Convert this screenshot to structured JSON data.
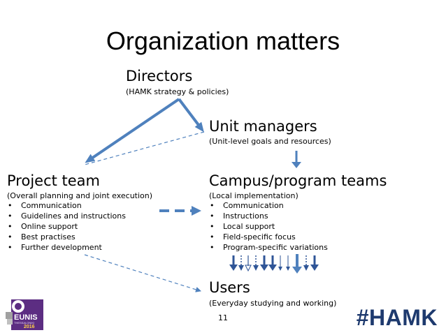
{
  "slide": {
    "title": "Organization matters",
    "page_number": "11"
  },
  "directors": {
    "heading": "Directors",
    "subtitle": "(HAMK strategy & policies)"
  },
  "unit_managers": {
    "heading": "Unit managers",
    "subtitle": "(Unit-level goals and resources)"
  },
  "project_team": {
    "heading": "Project team",
    "subtitle": "(Overall planning and joint execution)",
    "items": [
      "Communication",
      "Guidelines and instructions",
      "Online support",
      "Best practises",
      "Further development"
    ]
  },
  "campus_teams": {
    "heading": "Campus/program teams",
    "subtitle": "(Local implementation)",
    "items": [
      "Communication",
      "Instructions",
      "Local support",
      "Field-specific focus",
      "Program-specific variations"
    ]
  },
  "users": {
    "heading": "Users",
    "subtitle": "(Everyday studying and working)"
  },
  "logos": {
    "eunis_text": "EUNIS",
    "eunis_sub": "THESSALONIKI",
    "eunis_year": "2016",
    "hamk_text": "#HAMK"
  },
  "colors": {
    "arrow_blue": "#4f81bd",
    "arrow_dark": "#2f5597",
    "hamk_navy": "#1e3a6e",
    "eunis_purple": "#5c2d82"
  }
}
